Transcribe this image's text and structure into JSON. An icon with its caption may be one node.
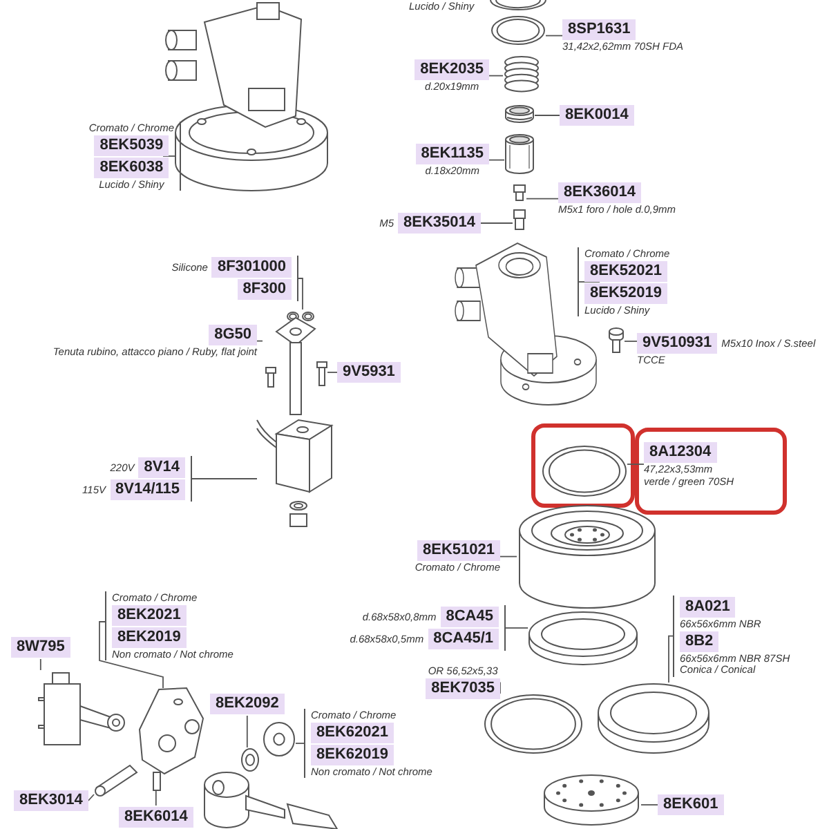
{
  "diagram": {
    "nodes": [
      {
        "text": [
          "Cromato / Chrome",
          "8EK5039",
          "8EK6038",
          "Lucido / Shiny"
        ]
      },
      {
        "text": [],
        "shape": "picture"
      },
      {
        "text": [
          "8SP1631",
          "31,42x2,62mm 70SH FDA"
        ]
      },
      {
        "text": [],
        "shape": "picture"
      },
      {
        "text": [
          "8EK2035",
          "d.20x19mm"
        ]
      },
      {
        "text": [],
        "shape": "picture"
      },
      {
        "text": [
          "8EK0014"
        ]
      },
      {
        "text": [],
        "shape": "picture"
      },
      {
        "text": [
          "8EK1135",
          "d.18x20mm"
        ]
      },
      {
        "text": [],
        "shape": "picture"
      },
      {
        "text": [
          "8EK36014",
          "M5x1 foro / hole d.0,9mm"
        ]
      },
      {
        "text": [],
        "shape": "picture"
      },
      {
        "text": [
          "M5",
          "8EK35014"
        ]
      },
      {
        "text": [],
        "shape": "picture"
      },
      {
        "text": [
          "Cromato / Chrome",
          "8EK52021",
          "8EK52019",
          "Lucido / Shiny"
        ]
      },
      {
        "text": [],
        "shape": "picture"
      },
      {
        "text": [
          "9V510931",
          "M5x10 Inox / S.steel",
          "TCCE"
        ]
      },
      {
        "text": [],
        "shape": "picture"
      },
      {
        "text": [
          "Silicone",
          "8F301000",
          "8F300"
        ]
      },
      {
        "text": [],
        "shape": "picture"
      },
      {
        "text": [
          "8G50",
          "Tenuta rubino, attacco piano / Ruby, flat joint"
        ]
      },
      {
        "text": [],
        "shape": "picture"
      },
      {
        "text": [
          "9V5931"
        ]
      },
      {
        "text": [],
        "shape": "picture"
      },
      {
        "text": [
          "220V",
          "8V14",
          "115V",
          "8V14/115"
        ]
      },
      {
        "text": [],
        "shape": "picture"
      },
      {
        "text": [
          "8A12304",
          "47,22x3,53mm",
          "verde / green 70SH"
        ]
      },
      {
        "text": [],
        "shape": "picture"
      },
      {
        "text": [
          "8EK51021",
          "Cromato / Chrome"
        ]
      },
      {
        "text": [],
        "shape": "picture"
      },
      {
        "text": [
          "d.68x58x0,8mm",
          "8CA45",
          "d.68x58x0,5mm",
          "8CA45/1"
        ]
      },
      {
        "text": [],
        "shape": "picture"
      },
      {
        "text": [
          "8A021",
          "66x56x6mm NBR",
          "8B2",
          "66x56x6mm NBR 87SH",
          "Conica / Conical"
        ]
      },
      {
        "text": [],
        "shape": "picture"
      },
      {
        "text": [
          "OR 56,52x5,33",
          "8EK7035"
        ]
      },
      {
        "text": [],
        "shape": "picture"
      },
      {
        "text": [
          "8EK601"
        ]
      },
      {
        "text": [],
        "shape": "picture"
      },
      {
        "text": [
          "Cromato / Chrome",
          "8EK2021",
          "8EK2019",
          "Non cromato / Not chrome"
        ]
      },
      {
        "text": [],
        "shape": "picture"
      },
      {
        "text": [
          "8W795"
        ]
      },
      {
        "text": [],
        "shape": "picture"
      },
      {
        "text": [
          "8EK2092"
        ]
      },
      {
        "text": [],
        "shape": "picture"
      },
      {
        "text": [
          "Cromato / Chrome",
          "8EK62021",
          "8EK62019",
          "Non cromato / Not chrome"
        ]
      },
      {
        "text": [],
        "shape": "picture"
      },
      {
        "text": [
          "8EK3014"
        ]
      },
      {
        "text": [],
        "shape": "picture"
      },
      {
        "text": [
          "8EK6014"
        ]
      },
      {
        "text": [],
        "shape": "picture"
      }
    ],
    "edges": [
      {
        "from": 0,
        "to": 1,
        "arrow": "none"
      },
      {
        "from": 2,
        "to": 3,
        "arrow": "none"
      },
      {
        "from": 4,
        "to": 5,
        "arrow": "none"
      },
      {
        "from": 6,
        "to": 7,
        "arrow": "none"
      },
      {
        "from": 8,
        "to": 9,
        "arrow": "none"
      },
      {
        "from": 10,
        "to": 11,
        "arrow": "none"
      },
      {
        "from": 12,
        "to": 13,
        "arrow": "none"
      },
      {
        "from": 14,
        "to": 15,
        "arrow": "none"
      },
      {
        "from": 16,
        "to": 17,
        "arrow": "none"
      },
      {
        "from": 18,
        "to": 19,
        "arrow": "none"
      },
      {
        "from": 20,
        "to": 21,
        "arrow": "none"
      },
      {
        "from": 22,
        "to": 23,
        "arrow": "none"
      },
      {
        "from": 24,
        "to": 25,
        "arrow": "none"
      },
      {
        "from": 26,
        "to": 27,
        "arrow": "none"
      },
      {
        "from": 28,
        "to": 29,
        "arrow": "none"
      },
      {
        "from": 30,
        "to": 31,
        "arrow": "none"
      },
      {
        "from": 32,
        "to": 33,
        "arrow": "none"
      },
      {
        "from": 34,
        "to": 35,
        "arrow": "none"
      },
      {
        "from": 36,
        "to": 37,
        "arrow": "none"
      },
      {
        "from": 38,
        "to": 39,
        "arrow": "none"
      },
      {
        "from": 40,
        "to": 41,
        "arrow": "none"
      },
      {
        "from": 42,
        "to": 43,
        "arrow": "none"
      },
      {
        "from": 44,
        "to": 45,
        "arrow": "none"
      },
      {
        "from": 46,
        "to": 47,
        "arrow": "none"
      },
      {
        "from": 48,
        "to": 49,
        "arrow": "none"
      }
    ],
    "labels": [
      "Lucido / Shiny"
    ]
  }
}
